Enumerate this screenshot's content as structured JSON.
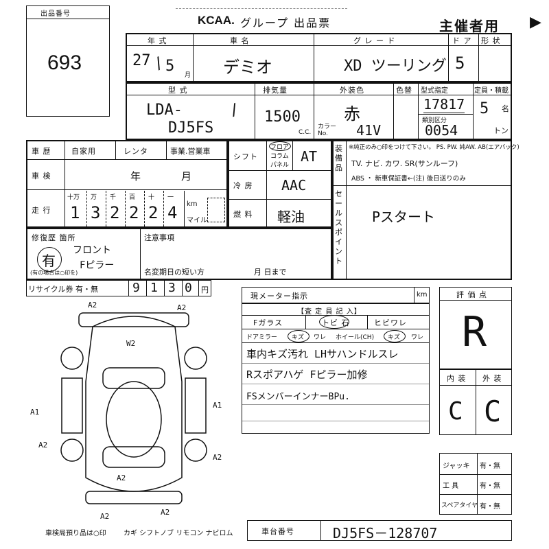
{
  "header": {
    "lot_label": "出品番号",
    "lot_number": "693",
    "brand": "KCAA.",
    "group_title": "グループ 出品票",
    "organizer_label": "主催者用",
    "arrow": "▶"
  },
  "row1": {
    "labels": {
      "year": "年 式",
      "car_name": "車 名",
      "grade": "グ レ ー ド",
      "doors": "ド ア",
      "body_type": "形 状"
    },
    "year_era": "27",
    "year_month": "5",
    "month_unit": "月",
    "car_name": "デミオ",
    "grade": "XD ツーリング",
    "doors": "5"
  },
  "row2": {
    "labels": {
      "model": "型 式",
      "displacement": "排気量",
      "exterior_color": "外装色",
      "color_change": "色替",
      "model_designation": "型式指定",
      "capacity": "定員・積載",
      "category": "類別区分",
      "color_no": "カラーNo.",
      "cc": "C.C.",
      "persons": "名",
      "tons": "トン"
    },
    "model_line1": "LDA-",
    "model_line2": "DJ5FS",
    "displacement": "1500",
    "exterior_color": "赤",
    "color_code": "41V",
    "model_designation": "17817",
    "category": "0054",
    "capacity": "5"
  },
  "history": {
    "labels": {
      "vehicle_history": "車 歴",
      "private": "自家用",
      "rental": "レンタ",
      "business": "事業.営業車",
      "inspection": "車 検",
      "year": "年",
      "month": "月",
      "mileage": "走 行",
      "km": "km",
      "miles": "マイル",
      "repair": "修復歴 箇所",
      "repair_note": "(有の場合は○印を)",
      "notes": "注意事項",
      "short_title": "名変期日の短い方",
      "deadline": "月   日まで",
      "recycle": "リサイクル券 有・無",
      "yen": "円"
    },
    "mileage_units": [
      "十万",
      "万",
      "千",
      "百",
      "十",
      "一"
    ],
    "mileage_digits": [
      "1",
      "3",
      "2",
      "2",
      "2",
      "4"
    ],
    "repair_value": "有",
    "repair_locations": [
      "フロント",
      "Fピラー"
    ],
    "recycle_digits": [
      "9",
      "1",
      "3",
      "0"
    ]
  },
  "equipment": {
    "labels": {
      "shift": "シフト",
      "shift_options": [
        "フロア",
        "コラム",
        "パネル"
      ],
      "ac": "冷 房",
      "fuel": "燃 料",
      "equipment": "装備品",
      "sales_point": "セールスポイント"
    },
    "shift_value": "AT",
    "ac_value": "AAC",
    "fuel_value": "軽油",
    "equipment_line1": "※純正のみ○印をつけて下さい。 PS. PW. 純AW. AB(エアバック)",
    "equipment_line2": "TV. ナビ. カワ. SR(サンルーフ)",
    "equipment_line3": "ABS ・ 新車保証書←(注) 後日送りのみ",
    "sales_point_value": "Pスタート"
  },
  "inspection": {
    "meter_label": "現メーター指示",
    "meter_unit": "km",
    "assessor_label": "【査 定 員 記 入】",
    "glass_labels": [
      "Fガラス",
      "トビ 石",
      "ヒビワレ"
    ],
    "part_labels": [
      "ドアミラー",
      "キズ",
      "ワレ",
      "ホイール(CH)",
      "キズ",
      "ワレ"
    ],
    "notes": [
      "車内キズ汚れ LHサハンドルスレ",
      "Rスポアハゲ Fピラー加修",
      "FSメンバーインナーBPu."
    ],
    "score_label": "評 価 点",
    "score": "R",
    "interior_label": "内 装",
    "exterior_label": "外 装",
    "interior": "C",
    "exterior": "C",
    "jack_label": "ジャッキ",
    "tools_label": "工 具",
    "spare_label": "スペアタイヤ",
    "yes_no": "有・無"
  },
  "diagram": {
    "marks": [
      "A2",
      "A2",
      "W2",
      "A1",
      "A1",
      "A2",
      "A2",
      "A2",
      "A2",
      "A2"
    ]
  },
  "footer": {
    "items_label": "車検局預り品は○印",
    "items": "カギ シフトノブ リモコン ナビロム",
    "chassis_label": "車台番号",
    "chassis_number": "DJ5FS－128707"
  }
}
